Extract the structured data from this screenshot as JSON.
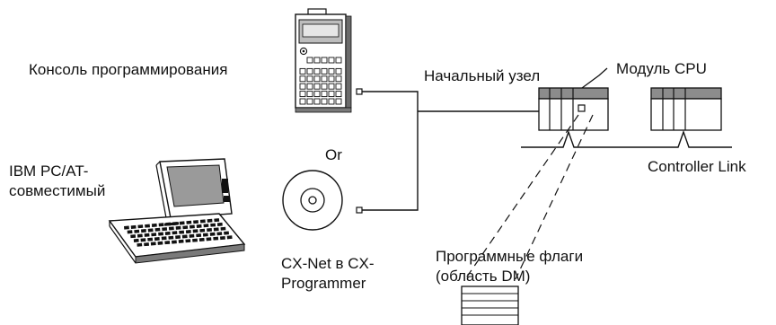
{
  "labels": {
    "console": "Консоль программирования",
    "pc_line1": "IBM PC/AT-",
    "pc_line2": "совместимый",
    "or": "Or",
    "cxnet_line1": "CX-Net в CX-",
    "cxnet_line2": "Programmer",
    "start_node": "Начальный узел",
    "cpu_module": "Модуль CPU",
    "controller_link": "Controller Link",
    "flags_line1": "Программные флаги",
    "flags_line2": "(область DM)"
  },
  "icons": {
    "console": "programming-console-icon",
    "laptop": "laptop-computer-icon",
    "cd": "cd-disc-icon",
    "plc": "plc-rack-icon",
    "dm_table": "dm-memory-table-icon"
  },
  "colors": {
    "line": "#111111",
    "device_fill": "#ffffff",
    "device_gray": "#8c8c8c",
    "panel_gray": "#c8c8c8"
  }
}
